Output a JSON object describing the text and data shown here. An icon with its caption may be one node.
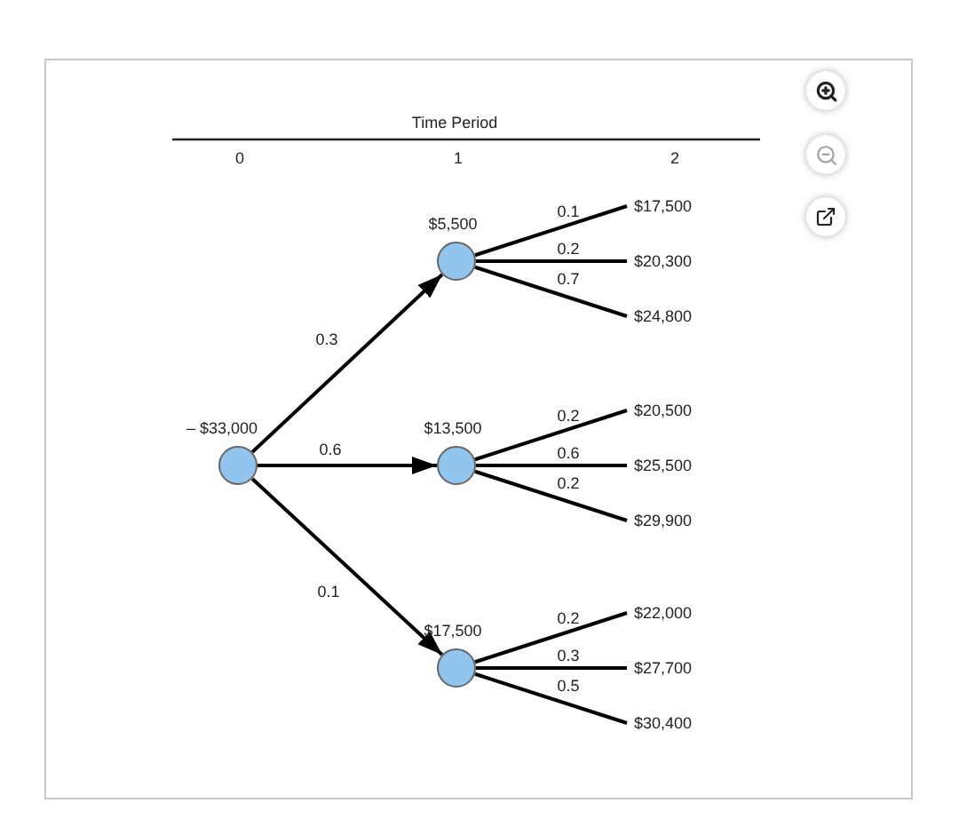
{
  "diagram": {
    "title": "Time Period",
    "nodes": [
      {
        "text": [],
        "shape": "circle",
        "beside": [
          "– $33,000"
        ]
      },
      {
        "text": [],
        "shape": "circle",
        "beside": [
          "$5,500"
        ]
      },
      {
        "text": [],
        "shape": "circle",
        "beside": [
          "$13,500"
        ]
      },
      {
        "text": [],
        "shape": "circle",
        "beside": [
          "$17,500"
        ]
      },
      {
        "text": [
          "$17,500"
        ]
      },
      {
        "text": [
          "$20,300"
        ]
      },
      {
        "text": [
          "$24,800"
        ]
      },
      {
        "text": [
          "$20,500"
        ]
      },
      {
        "text": [
          "$25,500"
        ]
      },
      {
        "text": [
          "$29,900"
        ]
      },
      {
        "text": [
          "$22,000"
        ]
      },
      {
        "text": [
          "$27,700"
        ]
      },
      {
        "text": [
          "$30,400"
        ]
      }
    ],
    "edges": [
      {
        "from": 0,
        "to": 1,
        "arrow": "to",
        "label": "0.3"
      },
      {
        "from": 0,
        "to": 2,
        "arrow": "to",
        "label": "0.6"
      },
      {
        "from": 0,
        "to": 3,
        "arrow": "to",
        "label": "0.1"
      },
      {
        "from": 1,
        "to": 4,
        "arrow": "none",
        "label": "0.1"
      },
      {
        "from": 1,
        "to": 5,
        "arrow": "none",
        "label": "0.2"
      },
      {
        "from": 1,
        "to": 6,
        "arrow": "none",
        "label": "0.7"
      },
      {
        "from": 2,
        "to": 7,
        "arrow": "none",
        "label": "0.2"
      },
      {
        "from": 2,
        "to": 8,
        "arrow": "none",
        "label": "0.6"
      },
      {
        "from": 2,
        "to": 9,
        "arrow": "none",
        "label": "0.2"
      },
      {
        "from": 3,
        "to": 10,
        "arrow": "none",
        "label": "0.2"
      },
      {
        "from": 3,
        "to": 11,
        "arrow": "none",
        "label": "0.3"
      },
      {
        "from": 3,
        "to": 12,
        "arrow": "none",
        "label": "0.5"
      }
    ],
    "labels": [
      "0",
      "1",
      "2"
    ]
  }
}
